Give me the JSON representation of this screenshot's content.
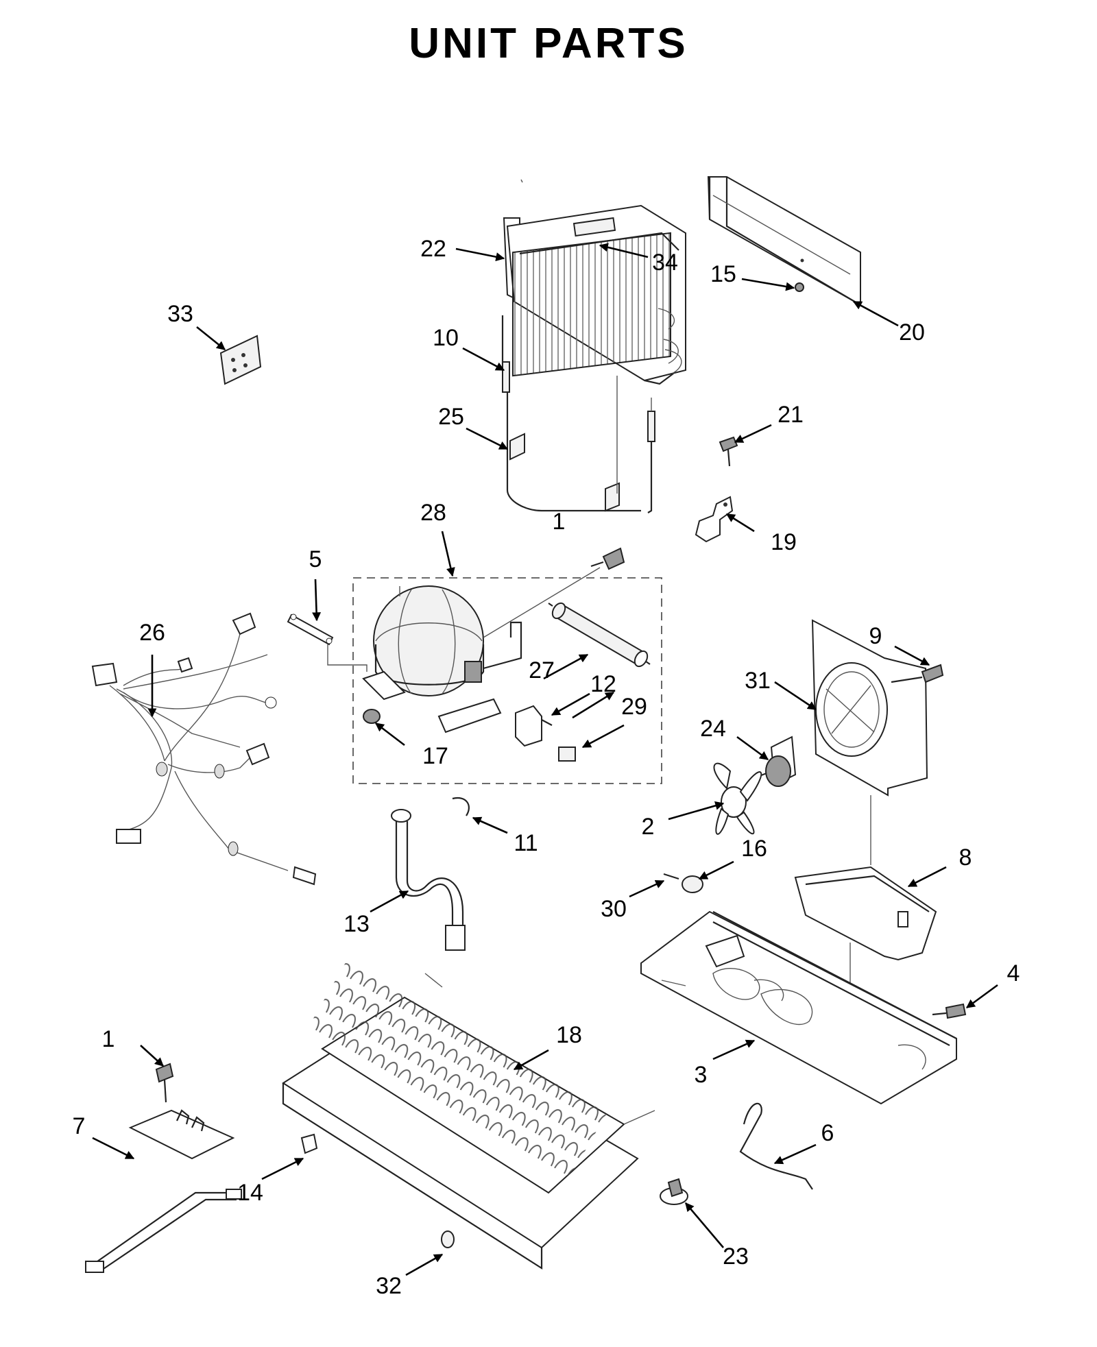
{
  "title": "UNIT PARTS",
  "callouts": [
    {
      "num": "1"
    },
    {
      "num": "1"
    },
    {
      "num": "2"
    },
    {
      "num": "3"
    },
    {
      "num": "4"
    },
    {
      "num": "5"
    },
    {
      "num": "6"
    },
    {
      "num": "7"
    },
    {
      "num": "8"
    },
    {
      "num": "9"
    },
    {
      "num": "10"
    },
    {
      "num": "11"
    },
    {
      "num": "12"
    },
    {
      "num": "13"
    },
    {
      "num": "14"
    },
    {
      "num": "15"
    },
    {
      "num": "16"
    },
    {
      "num": "17"
    },
    {
      "num": "18"
    },
    {
      "num": "19"
    },
    {
      "num": "20"
    },
    {
      "num": "21"
    },
    {
      "num": "22"
    },
    {
      "num": "23"
    },
    {
      "num": "24"
    },
    {
      "num": "25"
    },
    {
      "num": "26"
    },
    {
      "num": "27"
    },
    {
      "num": "28"
    },
    {
      "num": "29"
    },
    {
      "num": "30"
    },
    {
      "num": "31"
    },
    {
      "num": "32"
    },
    {
      "num": "33"
    },
    {
      "num": "34"
    }
  ]
}
